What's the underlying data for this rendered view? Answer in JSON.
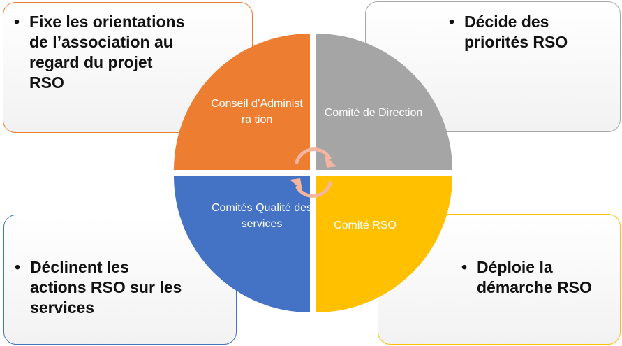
{
  "quadrants": {
    "top_left": {
      "label": "Conseil d’Administra tion",
      "color": "#ED7D31"
    },
    "top_right": {
      "label": "Comité de Direction",
      "color": "#A5A5A5"
    },
    "bottom_left": {
      "label": "Comités Qualité des services",
      "color": "#4472C4"
    },
    "bottom_right": {
      "label": "Comité RSO",
      "color": "#FFC000"
    }
  },
  "boxes": {
    "top_left": {
      "text": "Fixe les orientations de l’association au regard du projet RSO"
    },
    "top_right": {
      "text": "Décide des priorités RSO"
    },
    "bottom_left": {
      "text": "Déclinent les actions RSO sur les services"
    },
    "bottom_right": {
      "text": "Déploie la démarche RSO"
    }
  },
  "cycle_arrow_color": "#F4B6A0"
}
